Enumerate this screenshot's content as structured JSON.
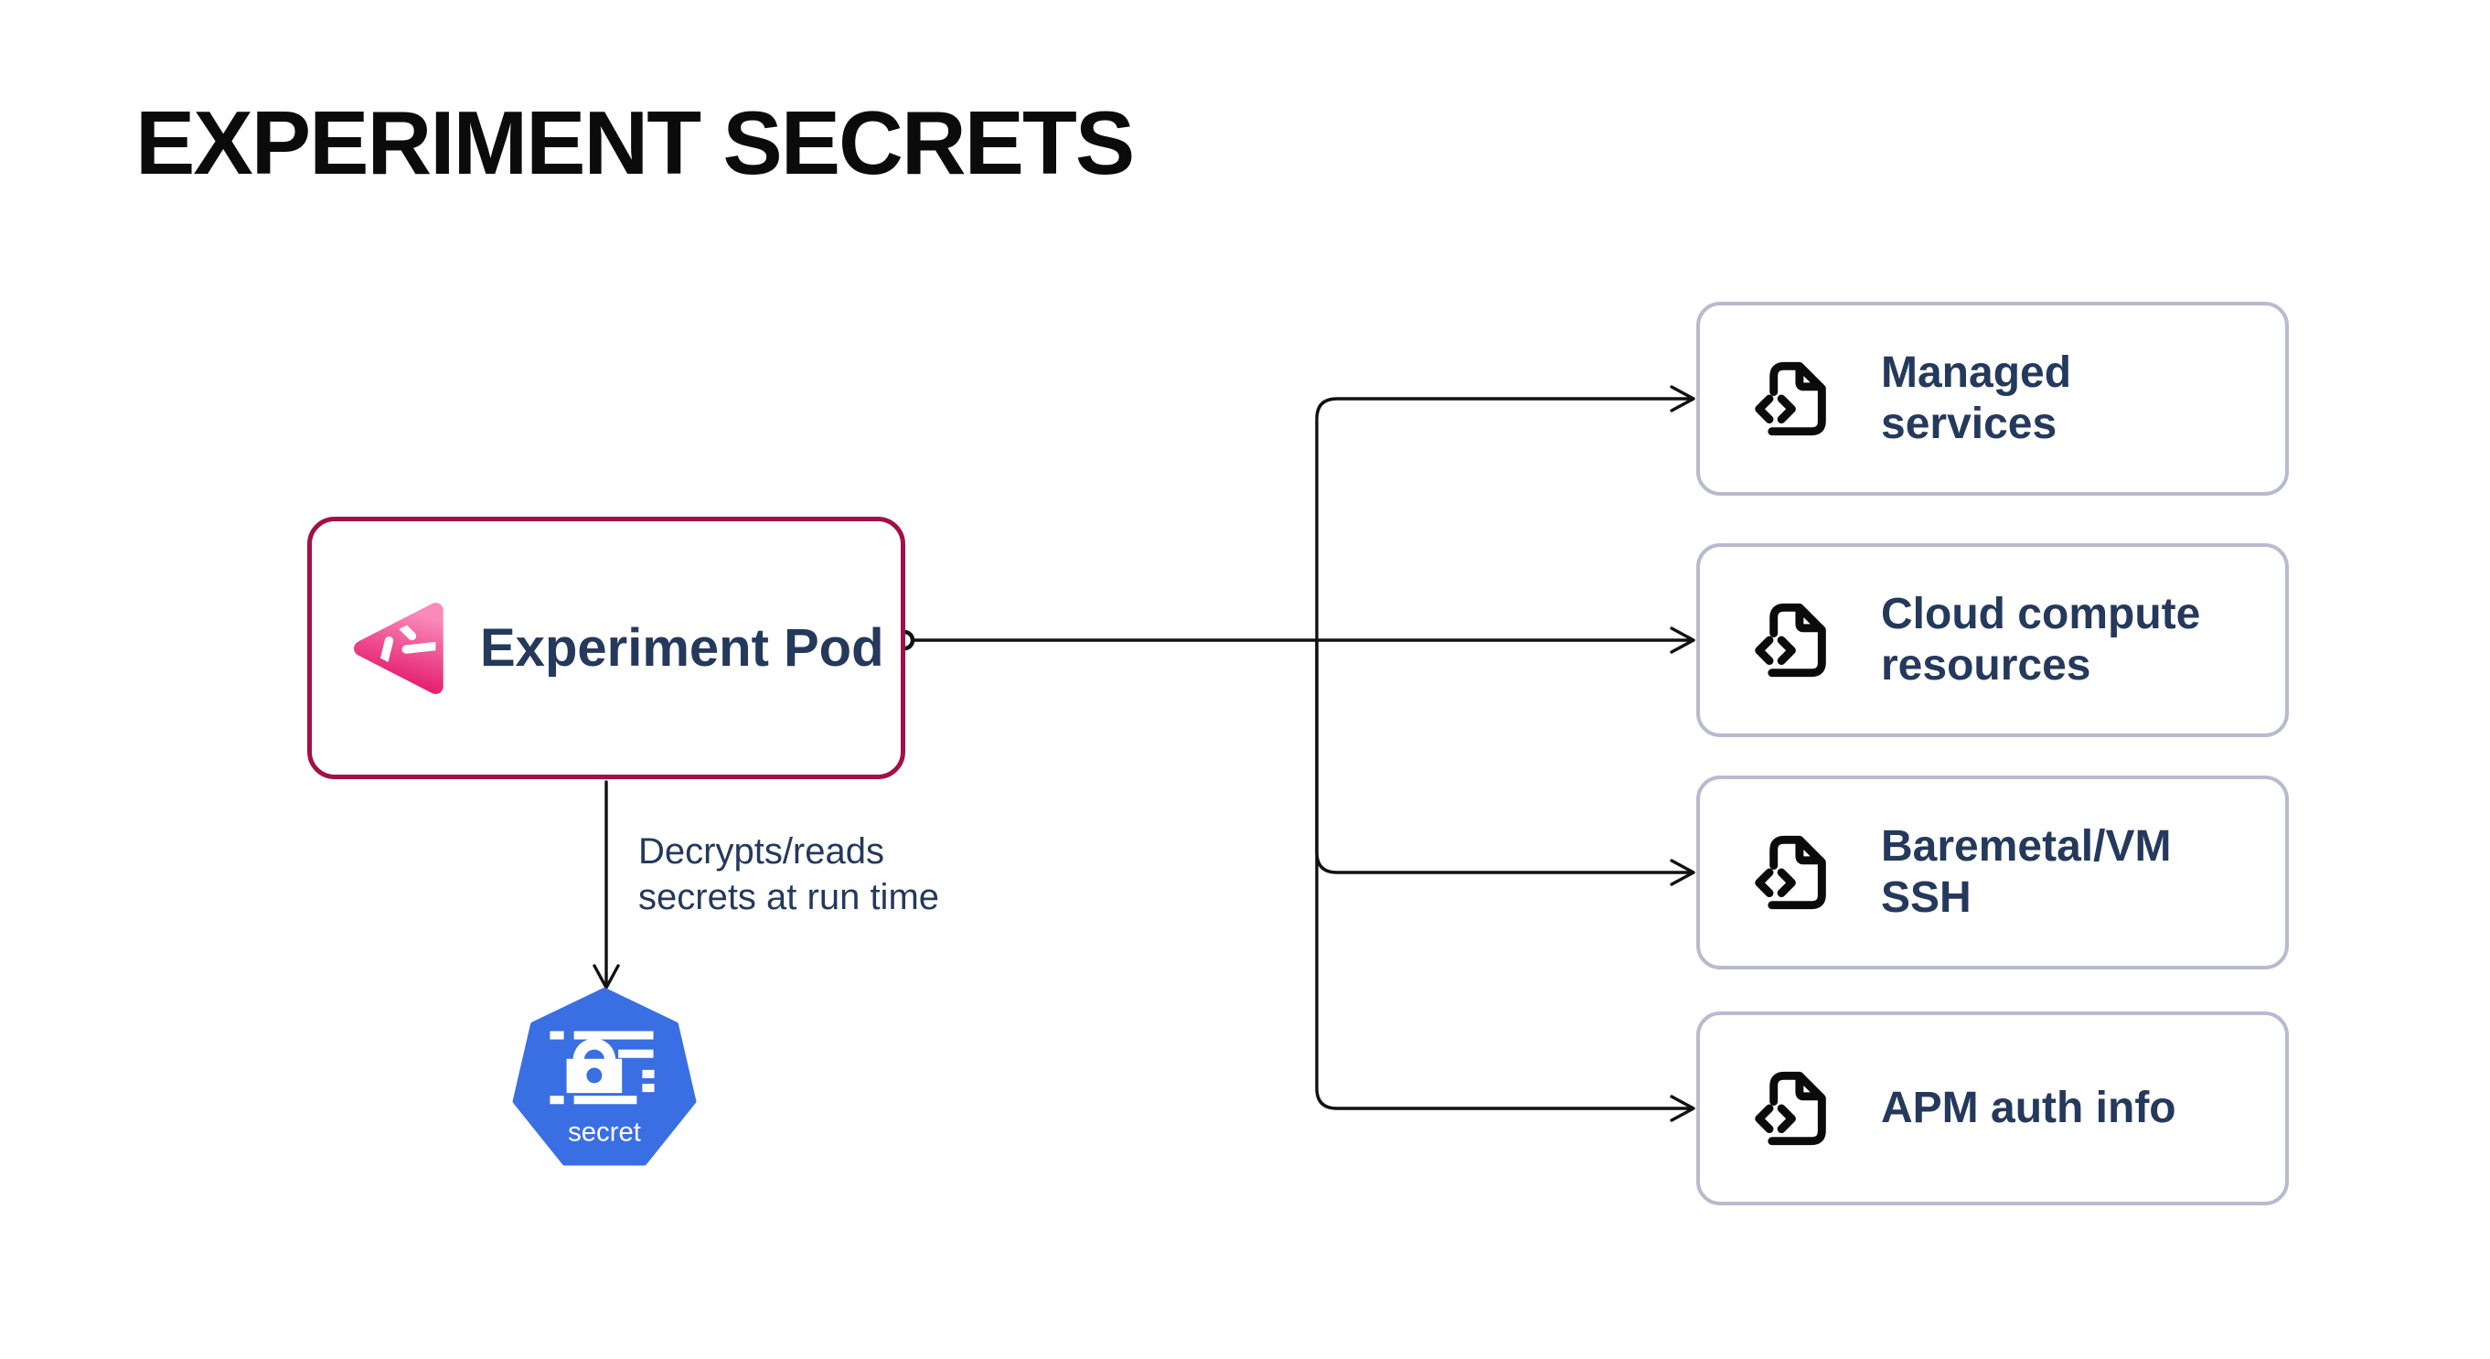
{
  "title": "EXPERIMENT SECRETS",
  "pod": {
    "label": "Experiment Pod",
    "icon": "chaos-experiment-logo"
  },
  "edge": {
    "label": "Decrypts/reads\nsecrets at run time"
  },
  "secret_node": {
    "label": "secret",
    "icon": "kubernetes-secret-heptagon"
  },
  "targets": [
    {
      "label": "Managed\nservices",
      "icon": "file-code-icon"
    },
    {
      "label": "Cloud compute\nresources",
      "icon": "file-code-icon"
    },
    {
      "label": "Baremetal/VM\nSSH",
      "icon": "file-code-icon"
    },
    {
      "label": "APM auth info",
      "icon": "file-code-icon"
    }
  ],
  "colors": {
    "pod_border": "#A21048",
    "target_border": "#B9BACF",
    "text_navy": "#24395C",
    "title_black": "#0b0b0b",
    "secret_blue": "#3A6FE3",
    "logo_pink_light": "#F98BBB",
    "logo_pink_dark": "#E31368",
    "connector_line": "#111111"
  }
}
